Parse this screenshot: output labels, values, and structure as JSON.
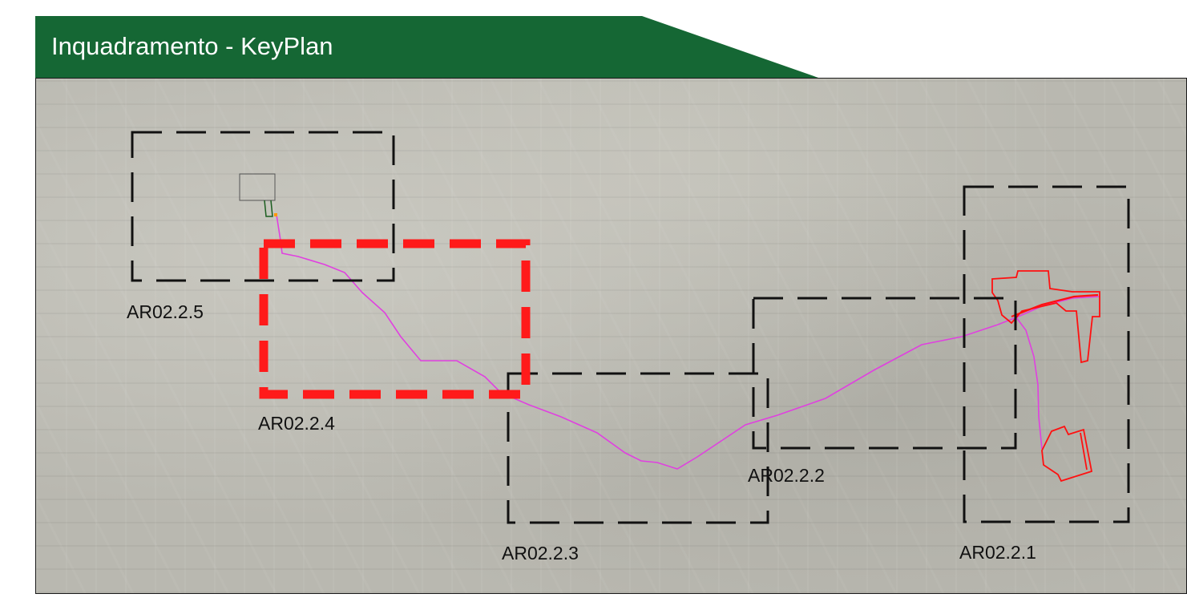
{
  "header": {
    "title": "Inquadramento - KeyPlan",
    "color": "#156734"
  },
  "sheets": [
    {
      "id": "AR02.2.1",
      "label": "AR02.2.1",
      "highlighted": false
    },
    {
      "id": "AR02.2.2",
      "label": "AR02.2.2",
      "highlighted": false
    },
    {
      "id": "AR02.2.3",
      "label": "AR02.2.3",
      "highlighted": false
    },
    {
      "id": "AR02.2.4",
      "label": "AR02.2.4",
      "highlighted": true
    },
    {
      "id": "AR02.2.5",
      "label": "AR02.2.5",
      "highlighted": false
    }
  ],
  "colors": {
    "sheet_border": "#111111",
    "highlight_border": "#ff1a1a",
    "route_line": "#e040e0",
    "site_outline": "#ff1010"
  }
}
